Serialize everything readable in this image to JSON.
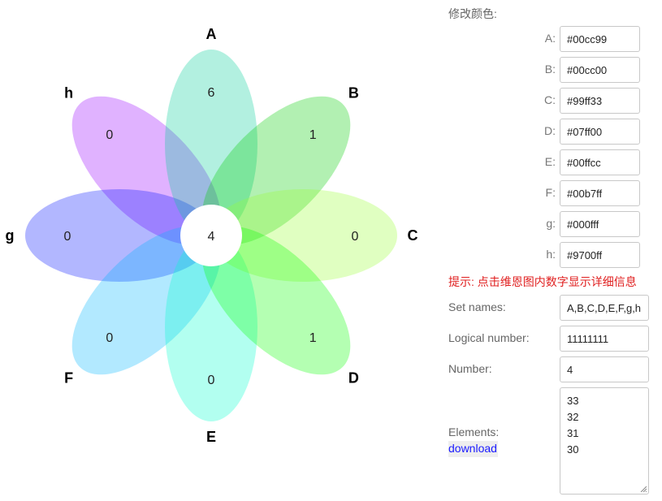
{
  "venn": {
    "center_count": "4",
    "sets": [
      {
        "letter": "A",
        "count": "6",
        "color": "#00cc99"
      },
      {
        "letter": "B",
        "count": "1",
        "color": "#00cc00"
      },
      {
        "letter": "C",
        "count": "0",
        "color": "#99ff33"
      },
      {
        "letter": "D",
        "count": "1",
        "color": "#07ff00"
      },
      {
        "letter": "E",
        "count": "0",
        "color": "#00ffcc"
      },
      {
        "letter": "F",
        "count": "0",
        "color": "#00b7ff"
      },
      {
        "letter": "g",
        "count": "0",
        "color": "#000fff"
      },
      {
        "letter": "h",
        "count": "0",
        "color": "#9700ff"
      }
    ]
  },
  "panel": {
    "modify_colors_title": "修改颜色:",
    "color_rows": [
      {
        "label": "A:",
        "value": "#00cc99"
      },
      {
        "label": "B:",
        "value": "#00cc00"
      },
      {
        "label": "C:",
        "value": "#99ff33"
      },
      {
        "label": "D:",
        "value": "#07ff00"
      },
      {
        "label": "E:",
        "value": "#00ffcc"
      },
      {
        "label": "F:",
        "value": "#00b7ff"
      },
      {
        "label": "g:",
        "value": "#000fff"
      },
      {
        "label": "h:",
        "value": "#9700ff"
      }
    ],
    "tip": "提示: 点击维恩图内数字显示详细信息",
    "set_names_label": "Set names:",
    "set_names_value": "A,B,C,D,E,F,g,h",
    "logical_number_label": "Logical number:",
    "logical_number_value": "11111111",
    "number_label": "Number:",
    "number_value": "4",
    "elements_label": "Elements:",
    "elements": [
      "33",
      "32",
      "31",
      "30"
    ],
    "download_label": "download"
  }
}
